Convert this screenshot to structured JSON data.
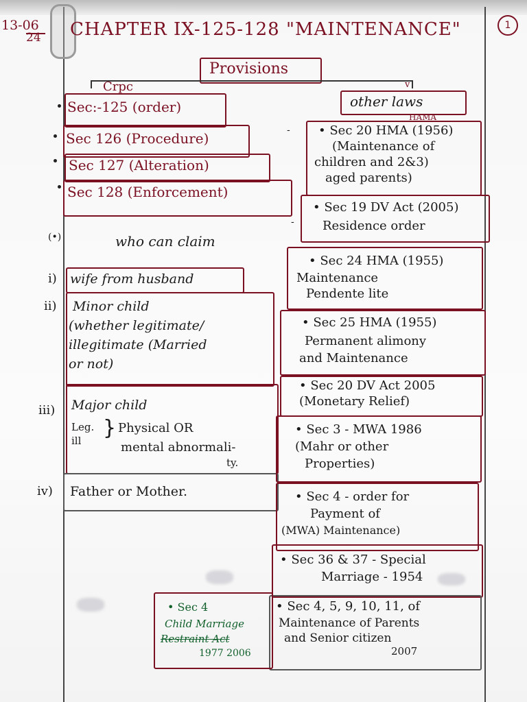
{
  "date": {
    "top": "13-06",
    "bottom": "24"
  },
  "page_number": "1",
  "title": "CHAPTER IX-125-128 \"MAINTENANCE\"",
  "provisions": "Provisions",
  "crpc": "Crpc",
  "other_laws": "other laws",
  "hama_note": "HAMA",
  "left_sections": [
    "Sec:-125 (order)",
    "Sec 126 (Procedure)",
    "Sec 127 (Alteration)",
    "Sec 128 (Enforcement)"
  ],
  "who_can_claim": {
    "marker": "(•)",
    "heading": "who can claim"
  },
  "claimants": [
    {
      "num": "i)",
      "lines": [
        "wife from husband"
      ]
    },
    {
      "num": "ii)",
      "lines": [
        "Minor child",
        "(whether legitimate/",
        "illegitimate (Married",
        "or not)"
      ]
    },
    {
      "num": "iii)",
      "lines": [
        "Major child"
      ]
    },
    {
      "num": "iv)",
      "lines": [
        "Father or Mother."
      ]
    }
  ],
  "major_child_detail": {
    "leg": "Leg.",
    "ill": "ill",
    "lines": [
      "Physical OR",
      "mental abnormali-",
      "ty."
    ]
  },
  "right_sections": [
    {
      "lines": [
        "• Sec 20 HMA (1956)",
        "(Maintenance of",
        "children and 2&3)",
        "aged parents)"
      ]
    },
    {
      "lines": [
        "• Sec 19 DV Act (2005)",
        "Residence order"
      ]
    },
    {
      "lines": [
        "• Sec 24 HMA (1955)",
        "Maintenance",
        "Pendente lite"
      ]
    },
    {
      "lines": [
        "• Sec 25 HMA (1955)",
        "Permanent alimony",
        "and Maintenance"
      ]
    },
    {
      "lines": [
        "• Sec 20 DV Act 2005",
        "(Monetary Relief)"
      ]
    },
    {
      "lines": [
        "• Sec 3 - MWA 1986",
        "(Mahr or other",
        "Properties)"
      ]
    },
    {
      "lines": [
        "• Sec 4 - order for",
        "Payment of",
        "(MWA) Maintenance)"
      ]
    },
    {
      "lines": [
        "• Sec 36 & 37 - Special",
        "Marriage - 1954"
      ]
    },
    {
      "lines": [
        "• Sec 4, 5, 9, 10, 11, of",
        "Maintenance of Parents",
        "and Senior citizen",
        "2007"
      ]
    }
  ],
  "child_marriage": {
    "lines": [
      "• Sec 4",
      "Child Marriage",
      "Restraint Act",
      "1977 2006"
    ]
  }
}
